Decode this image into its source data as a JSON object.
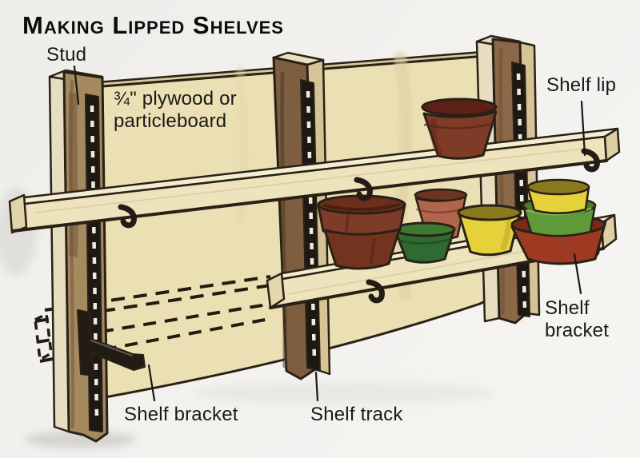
{
  "title": "Making Lipped Shelves",
  "labels": {
    "stud": "Stud",
    "plywood": "¾\" plywood or\nparticleboard",
    "shelf_lip": "Shelf lip",
    "shelf_bracket_right": "Shelf\nbracket",
    "shelf_bracket_bottom": "Shelf bracket",
    "shelf_track": "Shelf track"
  },
  "palette": {
    "page_bg": "#f1f0ed",
    "outline": "#2a2116",
    "label_text": "#191919",
    "panel": "#ebdfb4",
    "panel_edge": "#d7ca9c",
    "stud_left_face": "#a5895f",
    "stud_middle_face": "#7d5e41",
    "stud_right_face": "#8a6848",
    "stud_side_light": "#e7ddc0",
    "stud_edge_tan": "#d6c496",
    "stud_cap": "#e9dfc2",
    "track": "#1d1813",
    "track_slot": "#f1ebdb",
    "shelf_top": "#f3edd2",
    "shelf_face": "#ede3bd",
    "shelf_end": "#ddd0a2",
    "bracket": "#221c15",
    "terracotta": "#7e3b28",
    "terracotta_dark": "#5c2016",
    "terracotta_light": "#b0664c",
    "green_dark": "#2f6b30",
    "green_mid": "#5e9a38",
    "green_light": "#8cbe58",
    "yellow": "#e5d23a",
    "olive": "#8a7a1e",
    "red_bowl": "#9e3a22",
    "red_bowl_dark": "#7a2a16"
  }
}
